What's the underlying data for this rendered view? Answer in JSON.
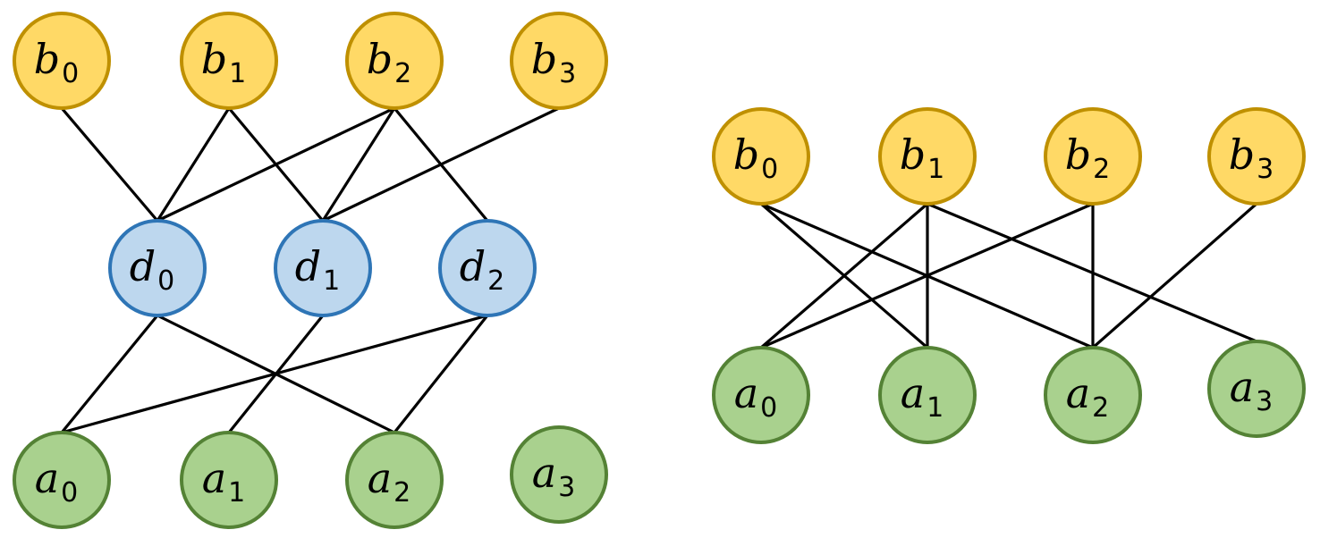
{
  "colors": {
    "b_fill": "#FFD966",
    "b_stroke": "#BF9000",
    "d_fill": "#BDD7EE",
    "d_stroke": "#2E75B6",
    "a_fill": "#A9D18E",
    "a_stroke": "#548235",
    "edge": "#000000"
  },
  "diagrams": [
    {
      "id": "left",
      "nodes": [
        {
          "id": "b0",
          "letter": "b",
          "sub": "0",
          "group": "b"
        },
        {
          "id": "b1",
          "letter": "b",
          "sub": "1",
          "group": "b"
        },
        {
          "id": "b2",
          "letter": "b",
          "sub": "2",
          "group": "b"
        },
        {
          "id": "b3",
          "letter": "b",
          "sub": "3",
          "group": "b"
        },
        {
          "id": "d0",
          "letter": "d",
          "sub": "0",
          "group": "d"
        },
        {
          "id": "d1",
          "letter": "d",
          "sub": "1",
          "group": "d"
        },
        {
          "id": "d2",
          "letter": "d",
          "sub": "2",
          "group": "d"
        },
        {
          "id": "a0",
          "letter": "a",
          "sub": "0",
          "group": "a"
        },
        {
          "id": "a1",
          "letter": "a",
          "sub": "1",
          "group": "a"
        },
        {
          "id": "a2",
          "letter": "a",
          "sub": "2",
          "group": "a"
        },
        {
          "id": "a3",
          "letter": "a",
          "sub": "3",
          "group": "a"
        }
      ],
      "edges": [
        [
          "b0",
          "d0"
        ],
        [
          "b1",
          "d0"
        ],
        [
          "b2",
          "d0"
        ],
        [
          "b1",
          "d1"
        ],
        [
          "b2",
          "d1"
        ],
        [
          "b3",
          "d1"
        ],
        [
          "b2",
          "d2"
        ],
        [
          "d0",
          "a0"
        ],
        [
          "d0",
          "a2"
        ],
        [
          "d1",
          "a1"
        ],
        [
          "d2",
          "a0"
        ],
        [
          "d2",
          "a2"
        ]
      ]
    },
    {
      "id": "right",
      "nodes": [
        {
          "id": "b0",
          "letter": "b",
          "sub": "0",
          "group": "b"
        },
        {
          "id": "b1",
          "letter": "b",
          "sub": "1",
          "group": "b"
        },
        {
          "id": "b2",
          "letter": "b",
          "sub": "2",
          "group": "b"
        },
        {
          "id": "b3",
          "letter": "b",
          "sub": "3",
          "group": "b"
        },
        {
          "id": "a0",
          "letter": "a",
          "sub": "0",
          "group": "a"
        },
        {
          "id": "a1",
          "letter": "a",
          "sub": "1",
          "group": "a"
        },
        {
          "id": "a2",
          "letter": "a",
          "sub": "2",
          "group": "a"
        },
        {
          "id": "a3",
          "letter": "a",
          "sub": "3",
          "group": "a"
        }
      ],
      "edges": [
        [
          "b0",
          "a1"
        ],
        [
          "b0",
          "a2"
        ],
        [
          "b1",
          "a0"
        ],
        [
          "b1",
          "a1"
        ],
        [
          "b1",
          "a3"
        ],
        [
          "b2",
          "a0"
        ],
        [
          "b2",
          "a2"
        ],
        [
          "b3",
          "a2"
        ]
      ]
    }
  ]
}
